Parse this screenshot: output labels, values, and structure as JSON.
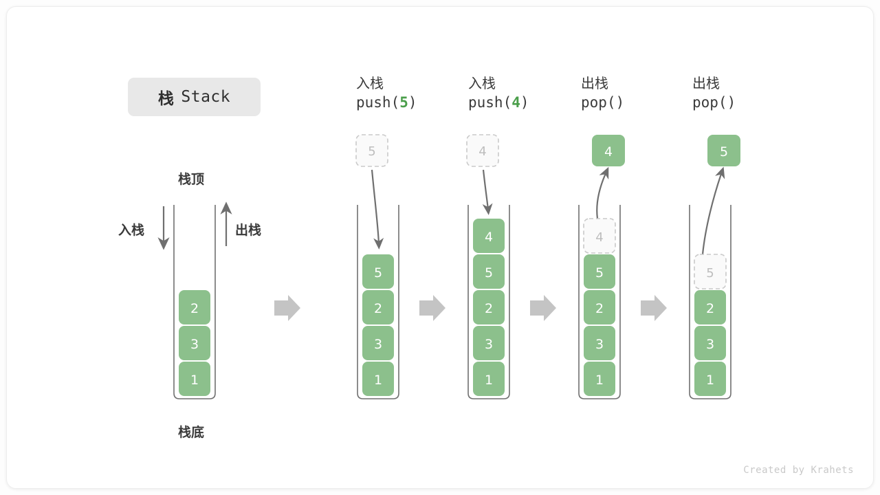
{
  "title": {
    "cn": "栈",
    "en": "Stack"
  },
  "credit": "Created by Krahets",
  "colors": {
    "green_fill": "#8cc08c",
    "green_text": "#4a9e4a",
    "box_text": "#ffffff",
    "ghost_fill": "#fafafa",
    "ghost_border": "#c9c9c9",
    "ghost_text": "#bdbdbd",
    "container_stroke": "#6f6f6f",
    "arrow_gray": "#c4c4c4",
    "curve_arrow": "#6f6f6f",
    "label_text": "#3a3a3a",
    "chip_bg": "#e8e8e8",
    "card_bg": "#ffffff",
    "page_bg": "#fdfdfd"
  },
  "labels": {
    "top": "栈顶",
    "bottom": "栈底",
    "push_side": "入栈",
    "pop_side": "出栈"
  },
  "operations": [
    {
      "cn": "入栈",
      "fn": "push(",
      "arg": "5",
      "close": ")"
    },
    {
      "cn": "入栈",
      "fn": "push(",
      "arg": "4",
      "close": ")"
    },
    {
      "cn": "出栈",
      "fn": "pop(",
      "arg": "",
      "close": ")"
    },
    {
      "cn": "出栈",
      "fn": "pop(",
      "arg": "",
      "close": ")"
    }
  ],
  "stacks": [
    {
      "name": "initial-stack",
      "items": [
        {
          "value": "2",
          "state": "solid"
        },
        {
          "value": "3",
          "state": "solid"
        },
        {
          "value": "1",
          "state": "solid"
        }
      ]
    },
    {
      "name": "after-push-5",
      "items": [
        {
          "value": "5",
          "state": "solid"
        },
        {
          "value": "2",
          "state": "solid"
        },
        {
          "value": "3",
          "state": "solid"
        },
        {
          "value": "1",
          "state": "solid"
        }
      ]
    },
    {
      "name": "after-push-4",
      "items": [
        {
          "value": "4",
          "state": "solid"
        },
        {
          "value": "5",
          "state": "solid"
        },
        {
          "value": "2",
          "state": "solid"
        },
        {
          "value": "3",
          "state": "solid"
        },
        {
          "value": "1",
          "state": "solid"
        }
      ]
    },
    {
      "name": "after-pop-4",
      "items": [
        {
          "value": "4",
          "state": "ghost"
        },
        {
          "value": "5",
          "state": "solid"
        },
        {
          "value": "2",
          "state": "solid"
        },
        {
          "value": "3",
          "state": "solid"
        },
        {
          "value": "1",
          "state": "solid"
        }
      ]
    },
    {
      "name": "after-pop-5",
      "items": [
        {
          "value": "5",
          "state": "ghost"
        },
        {
          "value": "2",
          "state": "solid"
        },
        {
          "value": "3",
          "state": "solid"
        },
        {
          "value": "1",
          "state": "solid"
        }
      ]
    }
  ],
  "floating_boxes": [
    {
      "name": "incoming-5",
      "value": "5",
      "state": "ghost"
    },
    {
      "name": "incoming-4",
      "value": "4",
      "state": "ghost"
    },
    {
      "name": "popped-4",
      "value": "4",
      "state": "solid"
    },
    {
      "name": "popped-5",
      "value": "5",
      "state": "solid"
    }
  ]
}
